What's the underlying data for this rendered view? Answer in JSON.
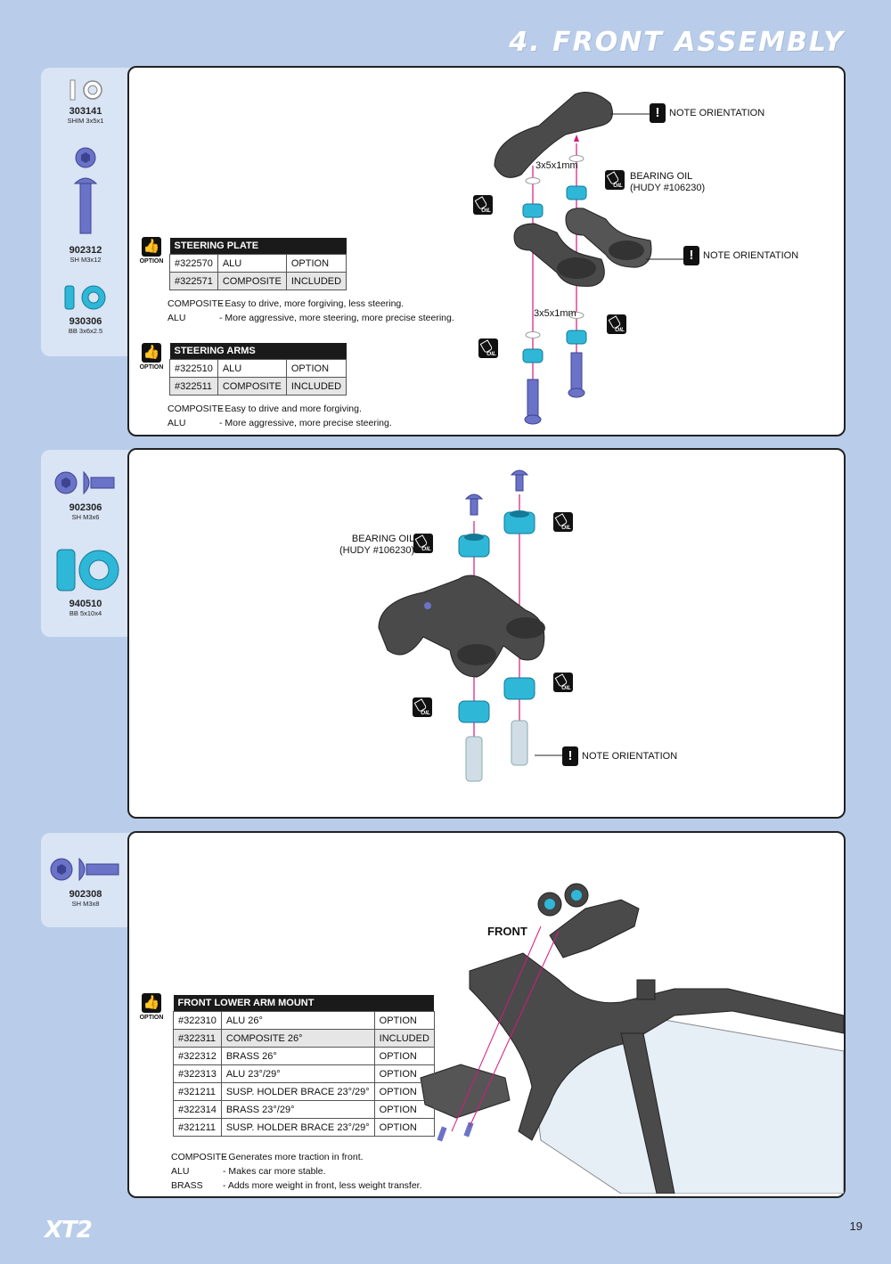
{
  "page": {
    "title": "4. FRONT ASSEMBLY",
    "logo": "XT2",
    "number": "19"
  },
  "colors": {
    "background": "#b9cdea",
    "parts_panel": "#d9e4f4",
    "part_blue": "#6b73c8",
    "bearing_cyan": "#2fb7d8",
    "plastic_gray": "#4a4a4a",
    "arrow_magenta": "#d5197f"
  },
  "section1": {
    "parts": [
      {
        "number": "303141",
        "desc": "SHIM 3x5x1",
        "icon": "shim-icon"
      },
      {
        "number": "902312",
        "desc": "SH M3x12",
        "icon": "screw-icon"
      },
      {
        "number": "930306",
        "desc": "BB 3x6x2.5",
        "icon": "bearing-icon"
      }
    ],
    "option_label": "OPTION",
    "steering_plate": {
      "title": "STEERING PLATE",
      "rows": [
        [
          "#322570",
          "ALU",
          "OPTION"
        ],
        [
          "#322571",
          "COMPOSITE",
          "INCLUDED"
        ]
      ],
      "notes": [
        [
          "COMPOSITE",
          "- Easy to drive, more forgiving, less steering."
        ],
        [
          "ALU",
          "- More aggressive, more steering, more precise steering."
        ]
      ]
    },
    "steering_arms": {
      "title": "STEERING ARMS",
      "rows": [
        [
          "#322510",
          "ALU",
          "OPTION"
        ],
        [
          "#322511",
          "COMPOSITE",
          "INCLUDED"
        ]
      ],
      "notes": [
        [
          "COMPOSITE",
          "- Easy to drive and more forgiving."
        ],
        [
          "ALU",
          "- More aggressive, more precise steering."
        ]
      ]
    },
    "callouts": {
      "note1": "NOTE ORIENTATION",
      "note2": "NOTE ORIENTATION",
      "oil_line1": "BEARING OIL",
      "oil_line2": "(HUDY #106230)",
      "shim_top": "3x5x1mm",
      "shim_bottom": "3x5x1mm",
      "oil_tag": "OIL"
    }
  },
  "section2": {
    "parts": [
      {
        "number": "902306",
        "desc": "SH M3x6",
        "icon": "screw-icon"
      },
      {
        "number": "940510",
        "desc": "BB 5x10x4",
        "icon": "bearing-icon"
      }
    ],
    "callouts": {
      "oil_line1": "BEARING OIL",
      "oil_line2": "(HUDY #106230)",
      "note": "NOTE ORIENTATION",
      "oil_tag": "OIL"
    }
  },
  "section3": {
    "parts": [
      {
        "number": "902308",
        "desc": "SH M3x8",
        "icon": "screw-icon"
      }
    ],
    "option_label": "OPTION",
    "front_label": "FRONT",
    "front_lower_arm_mount": {
      "title": "FRONT LOWER ARM MOUNT",
      "rows": [
        [
          "#322310",
          "ALU 26°",
          "OPTION"
        ],
        [
          "#322311",
          "COMPOSITE 26°",
          "INCLUDED"
        ],
        [
          "#322312",
          "BRASS 26°",
          "OPTION"
        ],
        [
          "#322313",
          "ALU 23°/29°",
          "OPTION"
        ],
        [
          "#321211",
          "SUSP. HOLDER BRACE 23°/29°",
          "OPTION"
        ],
        [
          "#322314",
          "BRASS 23°/29°",
          "OPTION"
        ],
        [
          "#321211",
          "SUSP. HOLDER BRACE 23°/29°",
          "OPTION"
        ]
      ],
      "notes": [
        [
          "COMPOSITE",
          "- Generates more traction in front."
        ],
        [
          "ALU",
          "- Makes car more stable."
        ],
        [
          "BRASS",
          "- Adds more weight in front, less weight transfer."
        ]
      ]
    }
  }
}
